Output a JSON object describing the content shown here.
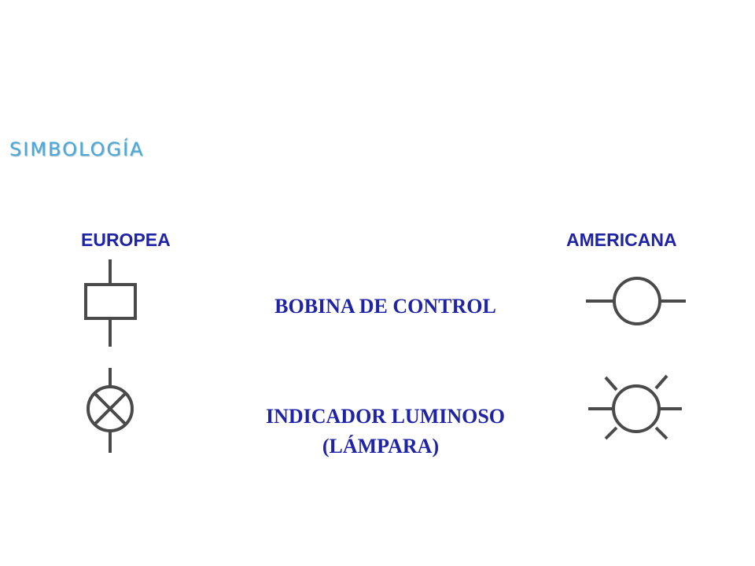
{
  "title": "SIMBOLOGÍA",
  "columns": {
    "left": "EUROPEA",
    "right": "AMERICANA"
  },
  "rows": [
    {
      "label_lines": [
        "BOBINA DE CONTROL"
      ]
    },
    {
      "label_lines": [
        "INDICADOR LUMINOSO",
        "(LÁMPARA)"
      ]
    }
  ],
  "colors": {
    "title": "#4aa9d8",
    "labels": "#1f23a6",
    "symbols": "#4a4a4a"
  }
}
